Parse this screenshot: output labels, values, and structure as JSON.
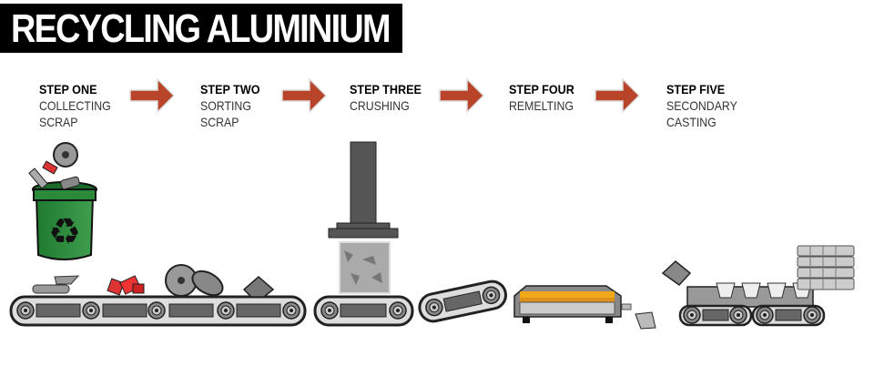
{
  "title": "RECYCLING ALUMINIUM",
  "colors": {
    "arrow": "#b8442a",
    "bin": "#2e8b3e",
    "molten": "#f0a818",
    "machine": "#555555"
  },
  "steps": [
    {
      "heading": "STEP ONE",
      "desc": "COLLECTING\nSCRAP"
    },
    {
      "heading": "STEP TWO",
      "desc": "SORTING\nSCRAP"
    },
    {
      "heading": "STEP THREE",
      "desc": "CRUSHING"
    },
    {
      "heading": "STEP FOUR",
      "desc": "REMELTING"
    },
    {
      "heading": "STEP FIVE",
      "desc": "SECONDARY\nCASTING"
    }
  ]
}
